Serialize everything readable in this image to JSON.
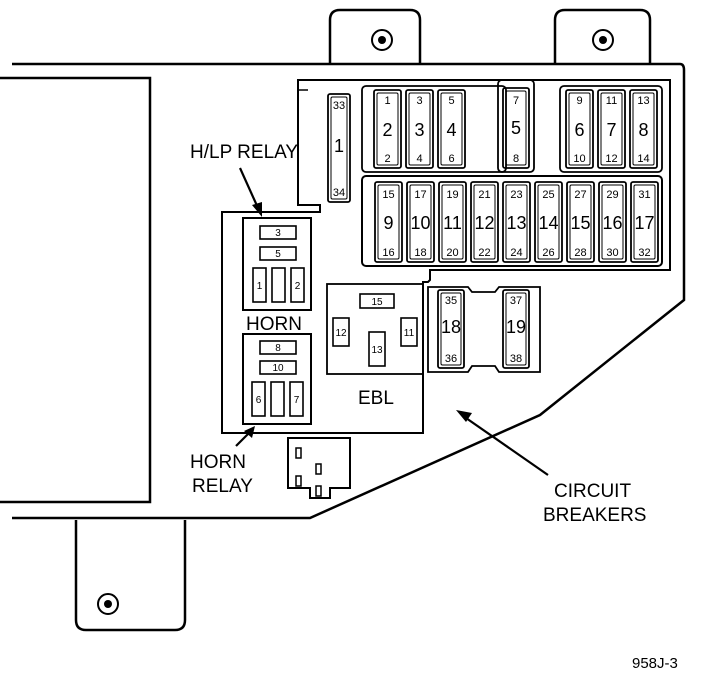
{
  "labels": {
    "hlp_relay": "H/LP RELAY",
    "horn": "HORN",
    "horn_relay_line1": "HORN",
    "horn_relay_line2": "RELAY",
    "ebl": "EBL",
    "circuit_breakers_line1": "CIRCUIT",
    "circuit_breakers_line2": "BREAKERS",
    "figure_id": "958J-3"
  },
  "fuses": {
    "f1": {
      "top": "33",
      "mid": "1",
      "bot": "34"
    },
    "f2": {
      "top": "1",
      "mid": "2",
      "bot": "2"
    },
    "f3": {
      "top": "3",
      "mid": "3",
      "bot": "4"
    },
    "f4": {
      "top": "5",
      "mid": "4",
      "bot": "6"
    },
    "f5": {
      "top": "7",
      "mid": "5",
      "bot": "8"
    },
    "f6": {
      "top": "9",
      "mid": "6",
      "bot": "10"
    },
    "f7": {
      "top": "11",
      "mid": "7",
      "bot": "12"
    },
    "f8": {
      "top": "13",
      "mid": "8",
      "bot": "14"
    },
    "f9": {
      "top": "15",
      "mid": "9",
      "bot": "16"
    },
    "f10": {
      "top": "17",
      "mid": "10",
      "bot": "18"
    },
    "f11": {
      "top": "19",
      "mid": "11",
      "bot": "20"
    },
    "f12": {
      "top": "21",
      "mid": "12",
      "bot": "22"
    },
    "f13": {
      "top": "23",
      "mid": "13",
      "bot": "24"
    },
    "f14": {
      "top": "25",
      "mid": "14",
      "bot": "26"
    },
    "f15": {
      "top": "27",
      "mid": "15",
      "bot": "28"
    },
    "f16": {
      "top": "29",
      "mid": "16",
      "bot": "30"
    },
    "f17": {
      "top": "31",
      "mid": "17",
      "bot": "32"
    }
  },
  "breakers": {
    "cb18": {
      "top": "35",
      "mid": "18",
      "bot": "36"
    },
    "cb19": {
      "top": "37",
      "mid": "19",
      "bot": "38"
    }
  },
  "hlp_relay_terms": {
    "t3": "3",
    "t5": "5",
    "t1": "1",
    "t2": "2"
  },
  "horn_relay_terms": {
    "t8": "8",
    "t10": "10",
    "t6": "6",
    "t7": "7"
  },
  "ebl_terms": {
    "t15": "15",
    "t12": "12",
    "t13": "13",
    "t11": "11"
  }
}
